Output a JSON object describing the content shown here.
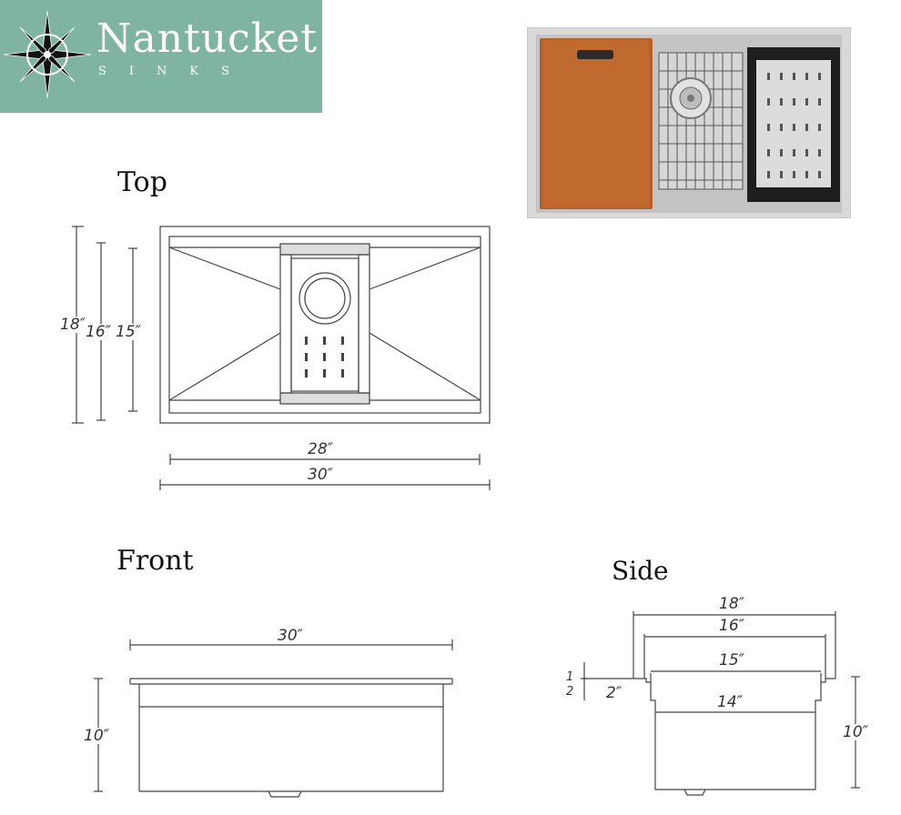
{
  "logo": {
    "brand": "Nantucket",
    "sub": "SINKS",
    "icon": "compass-rose-icon"
  },
  "photo": {
    "icon": "sink-product-photo"
  },
  "views": {
    "top": {
      "label": "Top",
      "dims": {
        "h18": "18″",
        "h16": "16″",
        "h15": "15″",
        "w28": "28″",
        "w30": "30″"
      }
    },
    "front": {
      "label": "Front",
      "dims": {
        "w30": "30″",
        "h10": "10″"
      }
    },
    "side": {
      "label": "Side",
      "dims": {
        "w18": "18″",
        "w16": "16″",
        "w15": "15″",
        "w14": "14″",
        "d1": "1",
        "d2": "2",
        "d2b": "2″",
        "h10": "10″"
      }
    }
  }
}
